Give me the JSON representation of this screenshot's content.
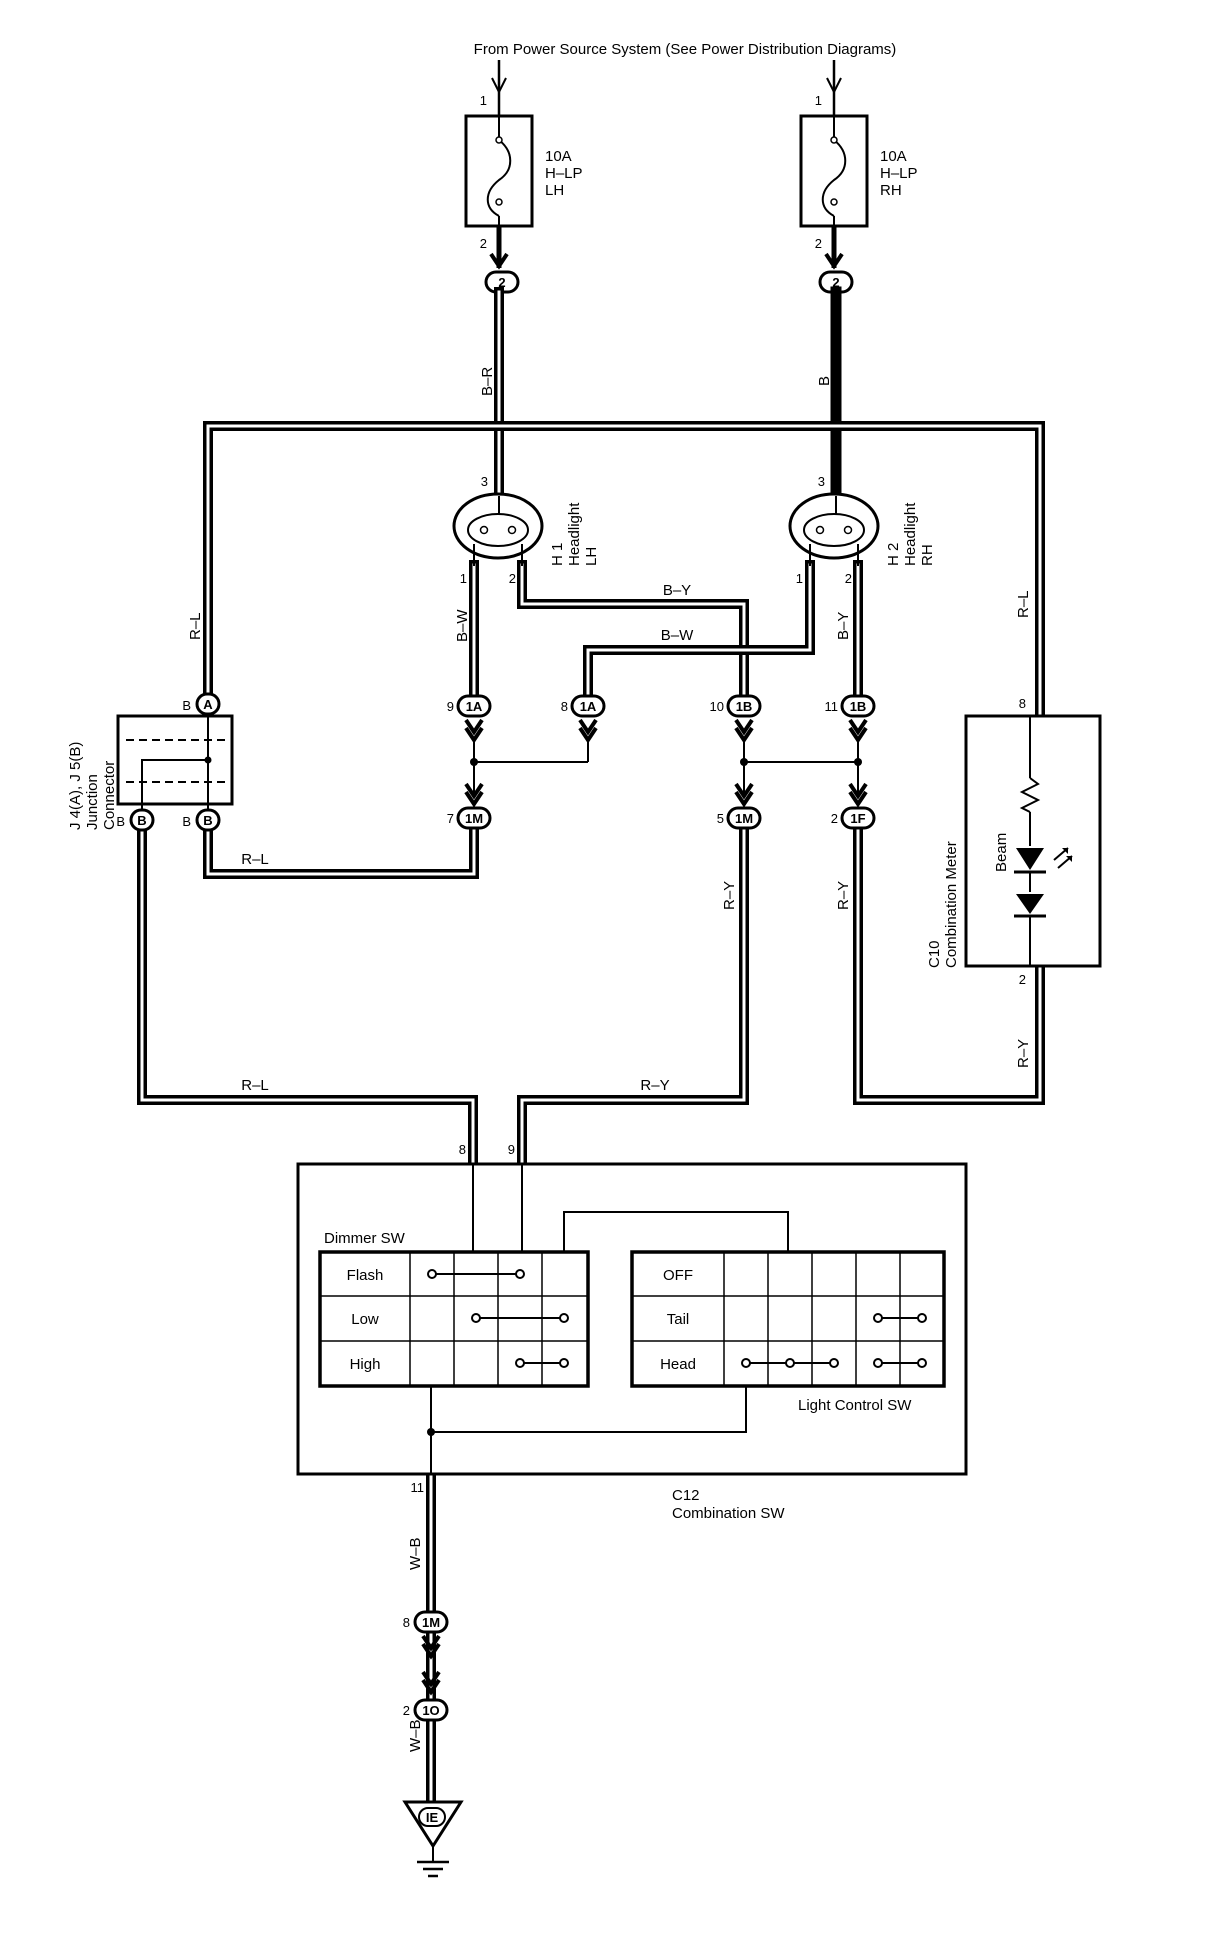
{
  "header": "From Power Source System (See Power Distribution Diagrams)",
  "fuses": [
    {
      "rating": "10A",
      "name": "H–LP",
      "side": "LH",
      "pin_in": "1",
      "pin_out": "2",
      "badge": "2"
    },
    {
      "rating": "10A",
      "name": "H–LP",
      "side": "RH",
      "pin_in": "1",
      "pin_out": "2",
      "badge": "2"
    }
  ],
  "headlights": [
    {
      "code": "H 1",
      "name": "Headlight",
      "side": "LH",
      "pin_top": "3",
      "pin_left": "1",
      "pin_right": "2"
    },
    {
      "code": "H 2",
      "name": "Headlight",
      "side": "RH",
      "pin_top": "3",
      "pin_left": "1",
      "pin_right": "2"
    }
  ],
  "wire_colors": {
    "b_r": "B–R",
    "b": "B",
    "r_l": "R–L",
    "b_w": "B–W",
    "b_y": "B–Y",
    "r_y": "R–Y",
    "w_b": "W–B"
  },
  "junction": {
    "ref": "J 4(A), J 5(B)",
    "name": "Junction",
    "name2": "Connector",
    "pin_label": "B",
    "badge_a": "A",
    "badge_b": "B"
  },
  "connectors": {
    "c1a_9": {
      "pin": "9",
      "id": "1A"
    },
    "c1a_8": {
      "pin": "8",
      "id": "1A"
    },
    "c1b_10": {
      "pin": "10",
      "id": "1B"
    },
    "c1b_11": {
      "pin": "11",
      "id": "1B"
    },
    "c1m_7": {
      "pin": "7",
      "id": "1M"
    },
    "c1m_5": {
      "pin": "5",
      "id": "1M"
    },
    "c1f_2": {
      "pin": "2",
      "id": "1F"
    },
    "c1m_8": {
      "pin": "8",
      "id": "1M"
    },
    "c1o_2": {
      "pin": "2",
      "id": "1O"
    }
  },
  "meter": {
    "ref": "C10",
    "name": "Combination Meter",
    "element": "Beam",
    "pin_top": "8",
    "pin_bottom": "2"
  },
  "combination_switch": {
    "ref": "C12",
    "name": "Combination SW",
    "pin_8": "8",
    "pin_9": "9",
    "pin_11": "11",
    "dimmer_title": "Dimmer SW",
    "dimmer_rows": [
      "Flash",
      "Low",
      "High"
    ],
    "light_rows": [
      "OFF",
      "Tail",
      "Head"
    ],
    "light_title": "Light Control SW"
  },
  "ground": {
    "id": "IE"
  }
}
